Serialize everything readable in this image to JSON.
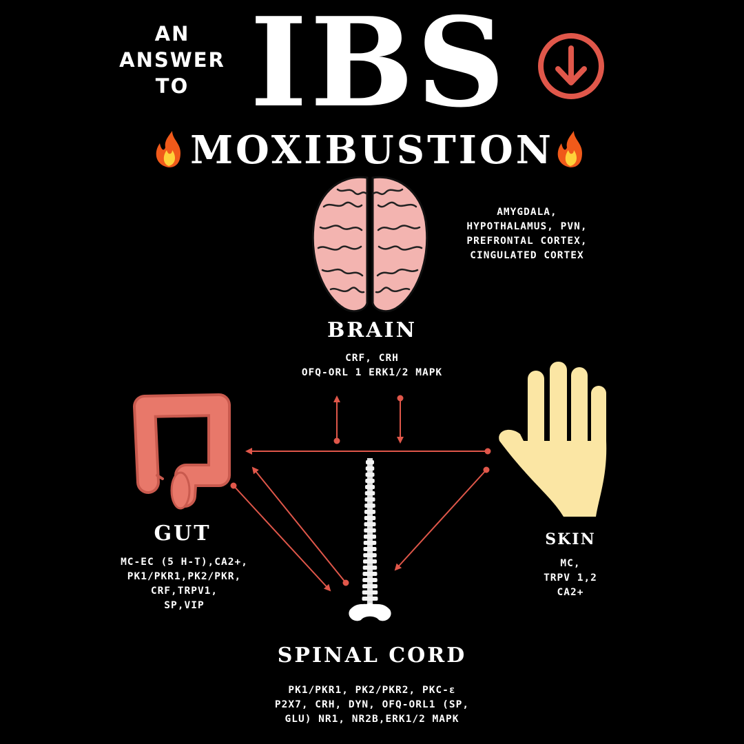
{
  "header": {
    "intro_lines": [
      "AN",
      "ANSWER",
      "TO"
    ],
    "title": "IBS",
    "subtitle": "MOXIBUSTION"
  },
  "colors": {
    "accent": "#e0574a",
    "brain": "#f3b4b0",
    "gut": "#e8786a",
    "skin": "#fbe6a4"
  },
  "brain": {
    "label": "BRAIN",
    "regions": [
      "AMYGDALA,",
      "HYPOTHALAMUS, PVN,",
      "PREFRONTAL CORTEX,",
      "CINGULATED CORTEX"
    ],
    "markers": [
      "CRF, CRH",
      "OFQ-ORL 1 ERK1/2 MAPK"
    ]
  },
  "gut": {
    "label": "GUT",
    "markers": [
      "MC-EC (5 H-T),CA2+,",
      "PK1/PKR1,PK2/PKR,",
      "CRF,TRPV1,",
      "SP,VIP"
    ]
  },
  "skin": {
    "label": "SKIN",
    "markers": [
      "MC,",
      "TRPV 1,2",
      "CA2+"
    ]
  },
  "spinal_cord": {
    "label": "SPINAL CORD",
    "markers": [
      "PK1/PKR1, PK2/PKR2, PKC-ε",
      "P2X7, CRH, DYN, OFQ-ORL1 (SP,",
      "GLU)  NR1, NR2B,ERK1/2 MAPK"
    ]
  }
}
